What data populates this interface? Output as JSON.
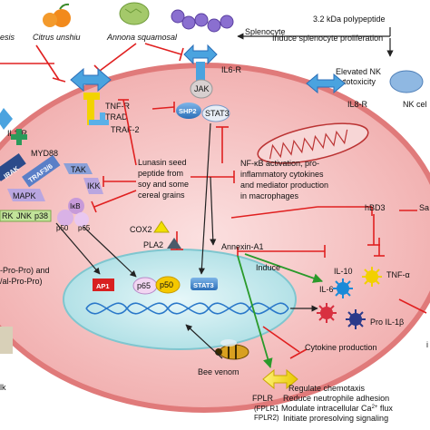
{
  "sources": {
    "citrus": "Citrus unshiu",
    "annona": "Annona squamosal",
    "left_cut": "esis",
    "polypeptide": "3.2 kDa polypeptide",
    "splenocyte": "Splenocyte",
    "induce_prolif": "Induce splenocyte proliferation",
    "nk_tox_1": "Elevated NK",
    "nk_tox_2": "cytotoxicity",
    "nk_cell": "NK cel"
  },
  "receptors": {
    "tnfr": "TNF-R",
    "trad": "TRAD",
    "traf2": "TRAF-2",
    "il1r": "IL1-R",
    "myd88": "MYD88",
    "irak": "IRAK",
    "traf36": "TRAF3/6",
    "il6r": "IL6-R",
    "jak": "JAK",
    "shp2": "SHP2",
    "stat3": "STAT3",
    "il8r": "IL8-R"
  },
  "kinases": {
    "tak": "TAK",
    "ikk": "IKK",
    "mapk": "MAPK",
    "ikb": "IκB",
    "rk": "RK",
    "jnk": "JNK",
    "p38": "p38",
    "p50": "p50",
    "p65": "p65"
  },
  "lunasin": {
    "line1": "Lunasin seed",
    "line2": "peptide from",
    "line3": "soy and some",
    "line4": "cereal grains"
  },
  "nfkb_text": {
    "line1": "NF-κB activation, pro-",
    "line2": "inflammatory cytokines",
    "line3": "and mediator production",
    "line4": "in macrophages"
  },
  "mediators": {
    "cox2": "COX2",
    "pla2": "PLA2",
    "annexin": "Annexin-A1",
    "hbd3": "hBD3",
    "induce": "Induce"
  },
  "left_text": {
    "line1": "-Pro-Pro) and",
    "line2": "/al-Pro-Pro)",
    "line3": "lk"
  },
  "nucleus": {
    "ap1": "AP1",
    "p65": "p65",
    "p50": "p50",
    "stat3": "STAT3"
  },
  "cytokines": {
    "il6": "IL-6",
    "il10": "IL-10",
    "tnfa": "TNF-α",
    "pro_il1b": "Pro IL-1β",
    "production": "Cytokine production"
  },
  "bee": {
    "label": "Bee venom"
  },
  "right_edge": {
    "sa": "Sa",
    "i": "i"
  },
  "fplr": {
    "label": "FPLR",
    "sub1": "(FPLR1",
    "sub2": "FPLR2)"
  },
  "effects": {
    "line1": "Regulate chemotaxis",
    "line2": "Reduce neutrophile adhesion",
    "line3": "Modulate intracellular Ca",
    "line3_sup": "2+",
    "line3_end": " flux",
    "line4": "Initiate proresolving signaling"
  },
  "colors": {
    "cell_fill": "#f2b3b3",
    "membrane": "#e07a7a",
    "inhibit": "#e02020",
    "activate": "#2a9a2a",
    "nucleus": "#c9ecef"
  }
}
